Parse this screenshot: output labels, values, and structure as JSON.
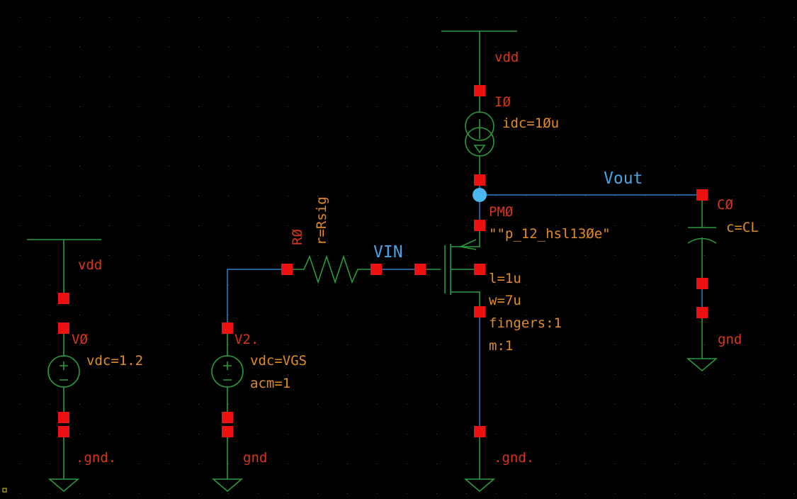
{
  "colors": {
    "background": "#000000",
    "symbol": "#2a9a3a",
    "wire": "#2f7fc0",
    "pin": "#ee1111",
    "instance_label": "#d8361c",
    "property_text": "#e08a2a",
    "net_label": "#4aa3e0"
  },
  "instances": {
    "V0": {
      "name": "VØ",
      "props": [
        "vdc=1.2"
      ]
    },
    "V2": {
      "name": "V2.",
      "props": [
        "vdc=VGS",
        "acm=1"
      ]
    },
    "R0": {
      "name": "RØ",
      "props": [
        "r=Rsig"
      ]
    },
    "I0": {
      "name": "IØ",
      "props": [
        "idc=1Øu"
      ]
    },
    "PM0": {
      "name": "PMØ",
      "props": [
        "\"\"p_12_hsl13Øe\"",
        "l=1u",
        "w=7u",
        "fingers:1",
        "m:1"
      ]
    },
    "C0": {
      "name": "CØ",
      "props": [
        "c=CL"
      ]
    }
  },
  "supplies": {
    "vdd_left": "vdd",
    "vdd_top": "vdd",
    "gnd_v0": ".gnd.",
    "gnd_v2": "gnd",
    "gnd_pm0": ".gnd.",
    "gnd_c0": "gnd"
  },
  "nets": {
    "vin": "VIN",
    "vout": "Vout"
  }
}
